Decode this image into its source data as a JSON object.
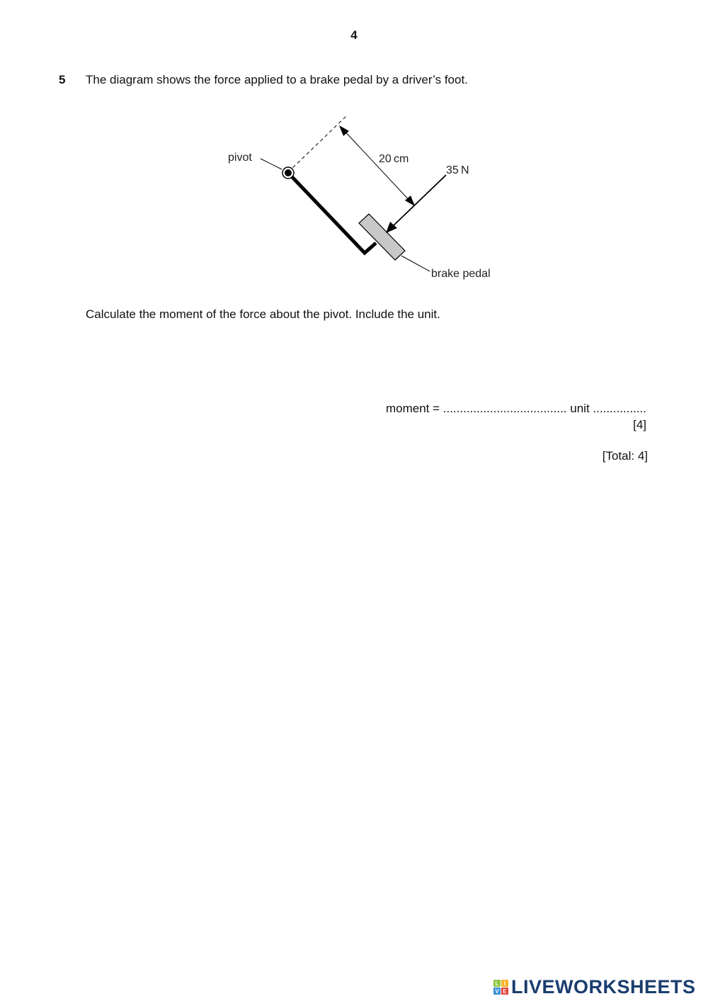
{
  "page": {
    "number": "4"
  },
  "question": {
    "number": "5",
    "stem": "The diagram shows the force applied to a brake pedal by a driver’s foot.",
    "instruction": "Calculate the moment of the force about the pivot. Include the unit.",
    "answer_line": {
      "moment_label": "moment =",
      "moment_dots": ".....................................",
      "unit_label": "unit",
      "unit_dots": "................"
    },
    "marks": "[4]",
    "total": "[Total: 4]"
  },
  "diagram": {
    "labels": {
      "pivot": "pivot",
      "distance": "20 cm",
      "force": "35 N",
      "pedal": "brake pedal"
    },
    "colors": {
      "pedal_fill": "#c8c8c8",
      "line": "#000000"
    }
  },
  "footer": {
    "brand": "LIVEWORKSHEETS",
    "logo_letters": [
      "L",
      "I",
      "V",
      "E"
    ],
    "logo_colors": [
      "#8cc63f",
      "#f7b32b",
      "#3a8fd6",
      "#e5403a"
    ],
    "brand_color": "#1a3d6e"
  }
}
